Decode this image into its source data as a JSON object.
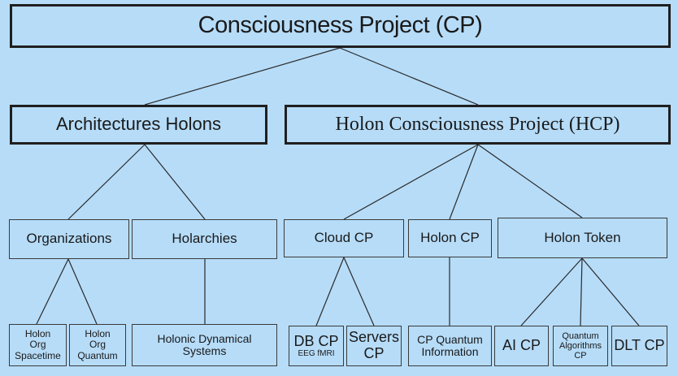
{
  "diagram": {
    "root": "Consciousness Project (CP)",
    "architectures": "Architectures Holons",
    "hcp": "Holon Consciousness Project (HCP)",
    "organizations": "Organizations",
    "holarchies": "Holarchies",
    "cloud_cp": "Cloud CP",
    "holon_cp": "Holon CP",
    "holon_token": "Holon Token",
    "holon_org_spacetime": [
      "Holon",
      "Org",
      "Spacetime"
    ],
    "holon_org_quantum": [
      "Holon",
      "Org",
      "Quantum"
    ],
    "holonic_dynamical_systems": [
      "Holonic Dynamical",
      "Systems"
    ],
    "db_cp": {
      "title": "DB CP",
      "subtitle": "EEG fMRI"
    },
    "servers_cp": [
      "Servers",
      "CP"
    ],
    "cp_quantum_information": [
      "CP Quantum",
      "Information"
    ],
    "ai_cp": "AI CP",
    "quantum_algorithms_cp": [
      "Quantum",
      "Algorithms",
      "CP"
    ],
    "dlt_cp": "DLT CP"
  },
  "colors": {
    "background": "#b6dcf8",
    "border": "#1f1f1f",
    "line": "#2a2a2a"
  }
}
